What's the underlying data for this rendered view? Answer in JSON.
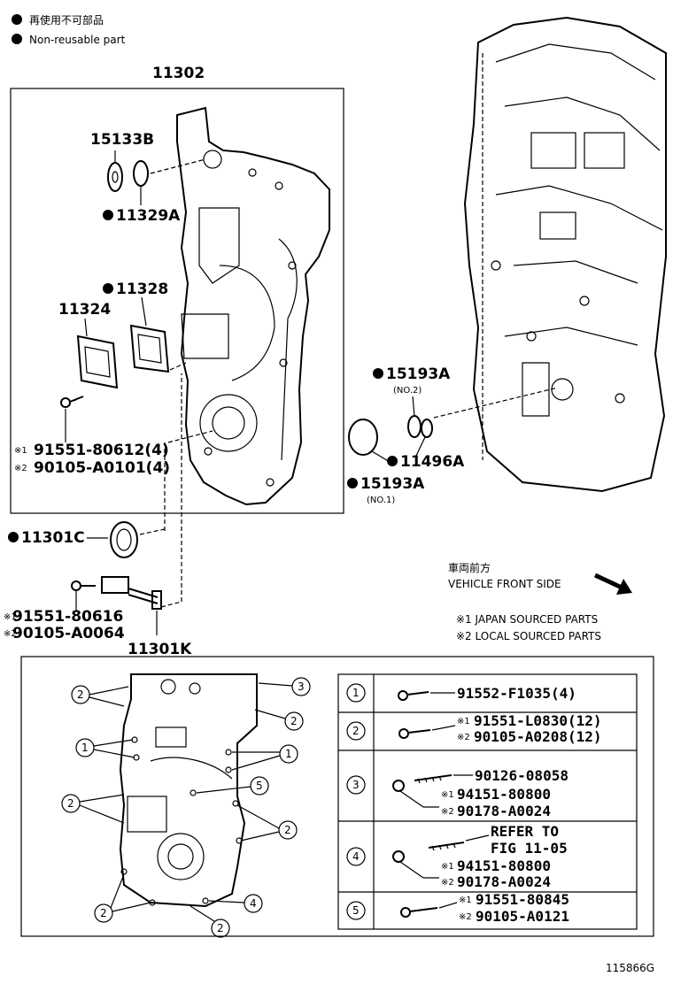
{
  "legend": {
    "jp": "再使用不可部品",
    "en": "Non-reusable part"
  },
  "parts": {
    "p11302": "11302",
    "p15133b": "15133B",
    "p11329a": "11329A",
    "p11328": "11328",
    "p11324": "11324",
    "b1": "91551-80612(4)",
    "b2": "90105-A0101(4)",
    "p11301c": "11301C",
    "s1": "91551-80616",
    "s2": "90105-A0064",
    "p11301k": "11301K",
    "p15193a_2": "15193A",
    "no2": "(NO.2)",
    "p11496a": "11496A",
    "p15193a_1": "15193A",
    "no1": "(NO.1)"
  },
  "direction": {
    "jp": "車両前方",
    "en": "VEHICLE FRONT SIDE"
  },
  "notes": {
    "n1": "※1 JAPAN SOURCED PARTS",
    "n2": "※2 LOCAL SOURCED PARTS"
  },
  "marks": {
    "m1": "※1",
    "m2": "※2"
  },
  "callouts": {
    "c1": "1",
    "c2": "2",
    "c3": "3",
    "c4": "4",
    "c5": "5"
  },
  "table": {
    "r1": {
      "num": "1",
      "a": "91552-F1035(4)"
    },
    "r2": {
      "num": "2",
      "a": "91551-L0830(12)",
      "b": "90105-A0208(12)"
    },
    "r3": {
      "num": "3",
      "a": "90126-08058",
      "b": "94151-80800",
      "c": "90178-A0024"
    },
    "r4": {
      "num": "4",
      "a": "REFER TO",
      "a2": "FIG 11-05",
      "b": "94151-80800",
      "c": "90178-A0024"
    },
    "r5": {
      "num": "5",
      "b": "91551-80845",
      "c": "90105-A0121"
    }
  },
  "figure_id": "115866G"
}
